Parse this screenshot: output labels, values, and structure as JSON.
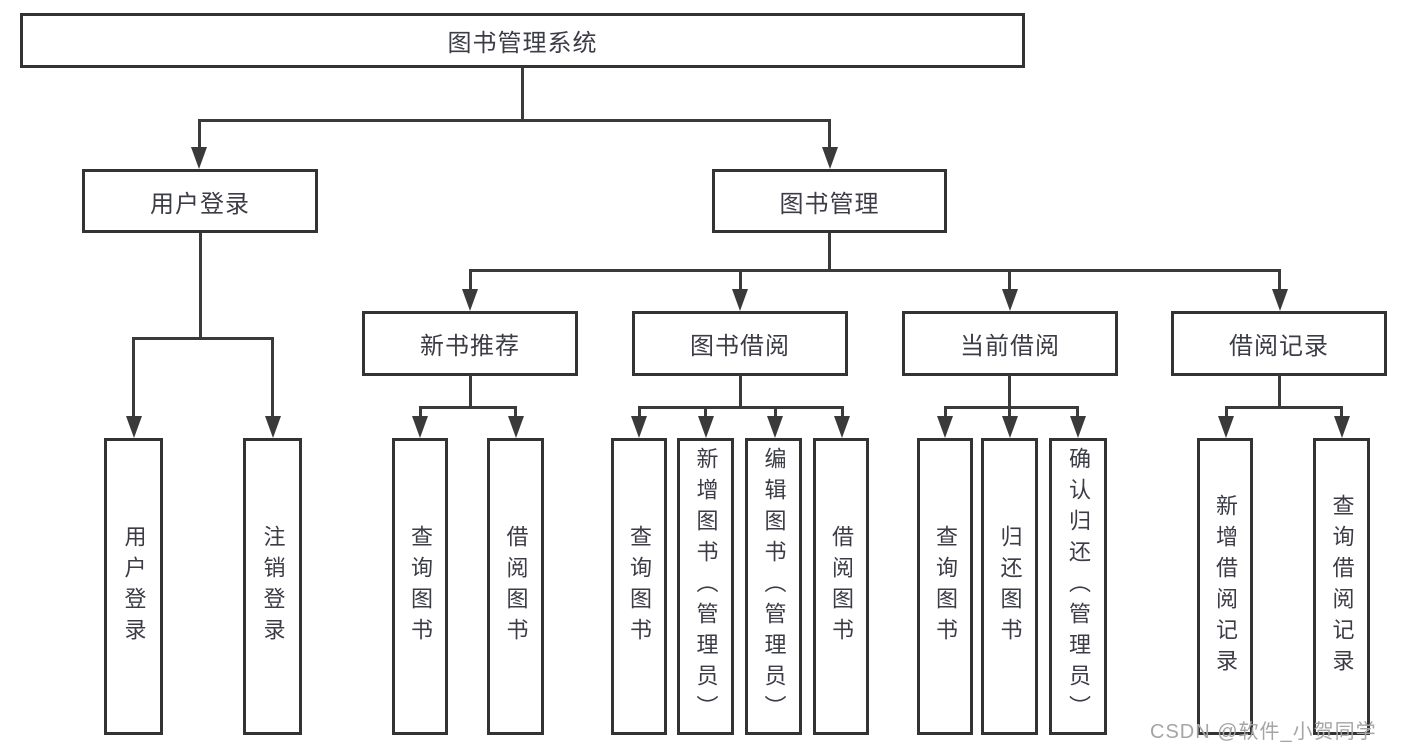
{
  "diagram": {
    "root": {
      "label": "图书管理系统"
    },
    "branches": [
      {
        "label": "用户登录"
      },
      {
        "label": "图书管理"
      }
    ],
    "modules": [
      {
        "label": "新书推荐"
      },
      {
        "label": "图书借阅"
      },
      {
        "label": "当前借阅"
      },
      {
        "label": "借阅记录"
      }
    ],
    "leaves": [
      {
        "label": "用户登录"
      },
      {
        "label": "注销登录"
      },
      {
        "label": "查询图书"
      },
      {
        "label": "借阅图书"
      },
      {
        "label": "查询图书"
      },
      {
        "label": "新增图书（管理员）"
      },
      {
        "label": "编辑图书（管理员）"
      },
      {
        "label": "借阅图书"
      },
      {
        "label": "查询图书"
      },
      {
        "label": "归还图书"
      },
      {
        "label": "确认归还（管理员）"
      },
      {
        "label": "新增借阅记录"
      },
      {
        "label": "查询借阅记录"
      }
    ]
  },
  "watermark": {
    "text": "CSDN @软件_小贺同学"
  },
  "colors": {
    "line": "#3a3a3a",
    "box_border": "#333333",
    "text": "#3c3c46",
    "watermark": "#a5a5a5",
    "background": "#ffffff"
  }
}
